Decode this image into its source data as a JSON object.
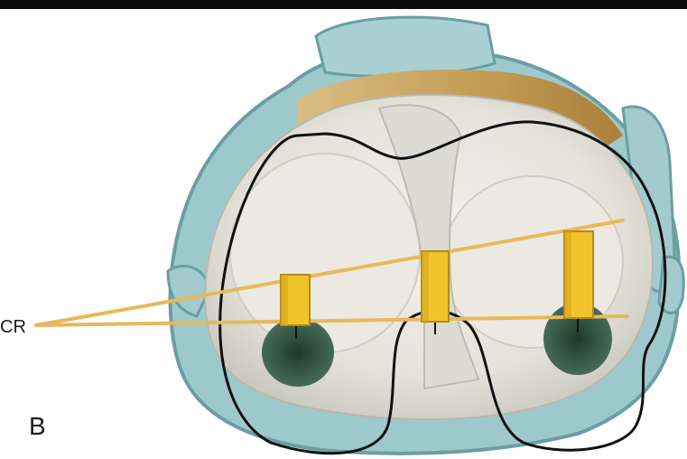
{
  "figure": {
    "panel_label": "B",
    "callout_label": "CR",
    "colors": {
      "capsule": "#9ec9cc",
      "capsule_edge": "#6a9ea3",
      "cartilage": "#e9e7df",
      "bone": "#c9a45e",
      "ligament": "#dcdcd2",
      "sensor": "#f2c42c",
      "sensor_edge": "#b48a12",
      "shadow": "#2f4f3f",
      "pointer_line": "#e8b85a",
      "wire": "#111111"
    },
    "sensors": [
      {
        "name": "sensor-left"
      },
      {
        "name": "sensor-center"
      },
      {
        "name": "sensor-right"
      }
    ]
  }
}
